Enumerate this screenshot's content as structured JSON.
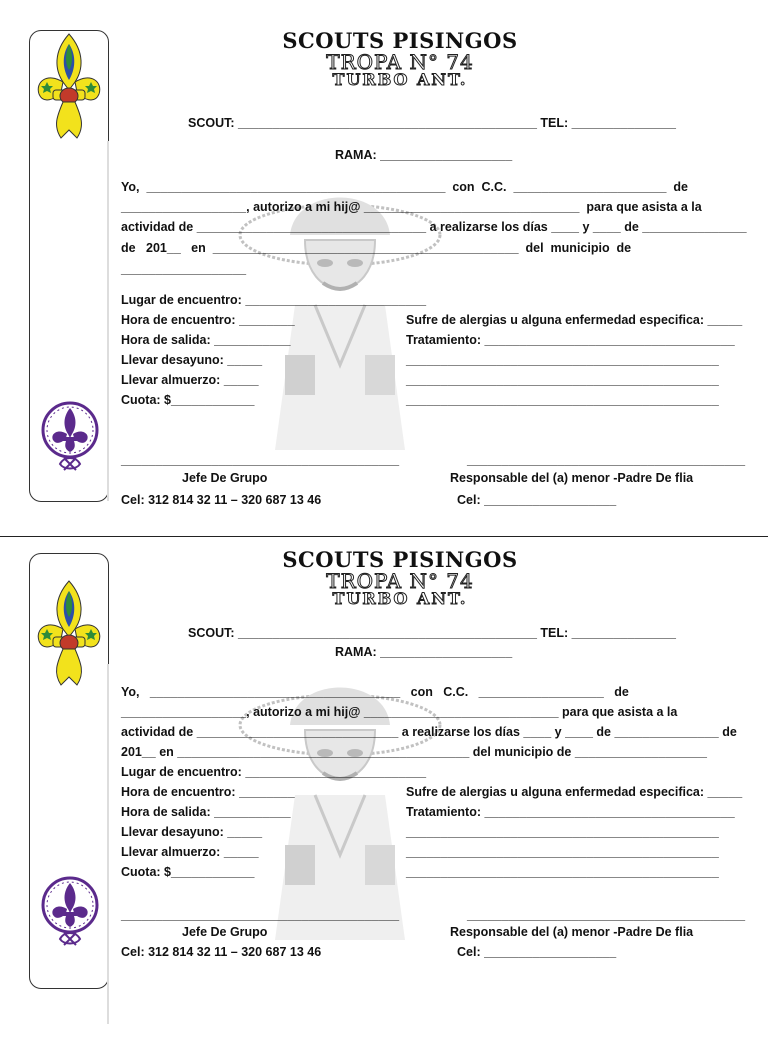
{
  "title": "SCOUTS PISINGOS",
  "subtitle": "TROPA N° 74",
  "location": "TURBO ANT.",
  "form1": {
    "scout_line": "SCOUT: ___________________________________________ TEL: _______________",
    "rama_line": "RAMA: ___________________",
    "body": [
      "Yo,  ___________________________________________  con  C.C.  ______________________  de",
      "__________________, autorizo a mi hij@ _______________________________  para que asista a la",
      "actividad de _________________________________ a realizarse los días ____ y ____ de _______________",
      "de   201__   en  ____________________________________________  del  municipio  de",
      "__________________"
    ],
    "left_fields": [
      "Lugar de encuentro: __________________________",
      "Hora de encuentro: ________",
      "Hora de salida: ___________",
      "Llevar desayuno: _____",
      "Llevar almuerzo: _____",
      "Cuota: $____________"
    ],
    "right_fields": [
      "Sufre de alergias u alguna enfermedad especifica: _____",
      "Tratamiento: ____________________________________",
      "_____________________________________________",
      "_____________________________________________",
      "_____________________________________________"
    ],
    "sign_left_line": "________________________________________",
    "sign_left_label": "Jefe De Grupo",
    "sign_left_phone": "Cel: 312 814 32 11 – 320 687 13 46",
    "sign_right_line": "________________________________________",
    "sign_right_label": "Responsable del (a) menor -Padre De flia",
    "sign_right_phone": "Cel: ___________________"
  },
  "form2": {
    "scout_line": "SCOUT: ___________________________________________ TEL: _______________",
    "rama_line": "RAMA: ___________________",
    "body": [
      "Yo,   ____________________________________   con   C.C.   __________________   de",
      "__________________, autorizo a mi hij@ ____________________________ para que asista a la",
      "actividad de _____________________________ a realizarse los días ____ y ____ de _______________ de",
      "201__ en __________________________________________ del municipio de ___________________",
      "Lugar de encuentro: __________________________"
    ],
    "left_fields": [
      "Hora de encuentro: ________",
      "Hora de salida: ___________",
      "Llevar desayuno: _____",
      "Llevar almuerzo: _____",
      "Cuota: $____________"
    ],
    "right_fields": [
      "Sufre de alergias u alguna enfermedad especifica: _____",
      "Tratamiento: ____________________________________",
      "_____________________________________________",
      "_____________________________________________",
      "_____________________________________________"
    ],
    "sign_left_line": "________________________________________",
    "sign_left_label": "Jefe De Grupo",
    "sign_left_phone": "Cel: 312 814 32 11 – 320 687 13 46",
    "sign_right_line": "________________________________________",
    "sign_right_label": "Responsable del (a) menor -Padre De flia",
    "sign_right_phone": "Cel: ___________________"
  },
  "icons": {
    "top_emblem": "scout-fleur-de-lis-color-icon",
    "bottom_emblem": "world-scout-emblem-purple-icon",
    "watermark": "baden-powell-portrait-watermark"
  },
  "colors": {
    "fleur_yellow": "#f2e21c",
    "fleur_green": "#2e8b3a",
    "fleur_blue": "#2b4fa8",
    "fleur_red": "#c23a2a",
    "emblem_purple": "#5b2a8c"
  }
}
